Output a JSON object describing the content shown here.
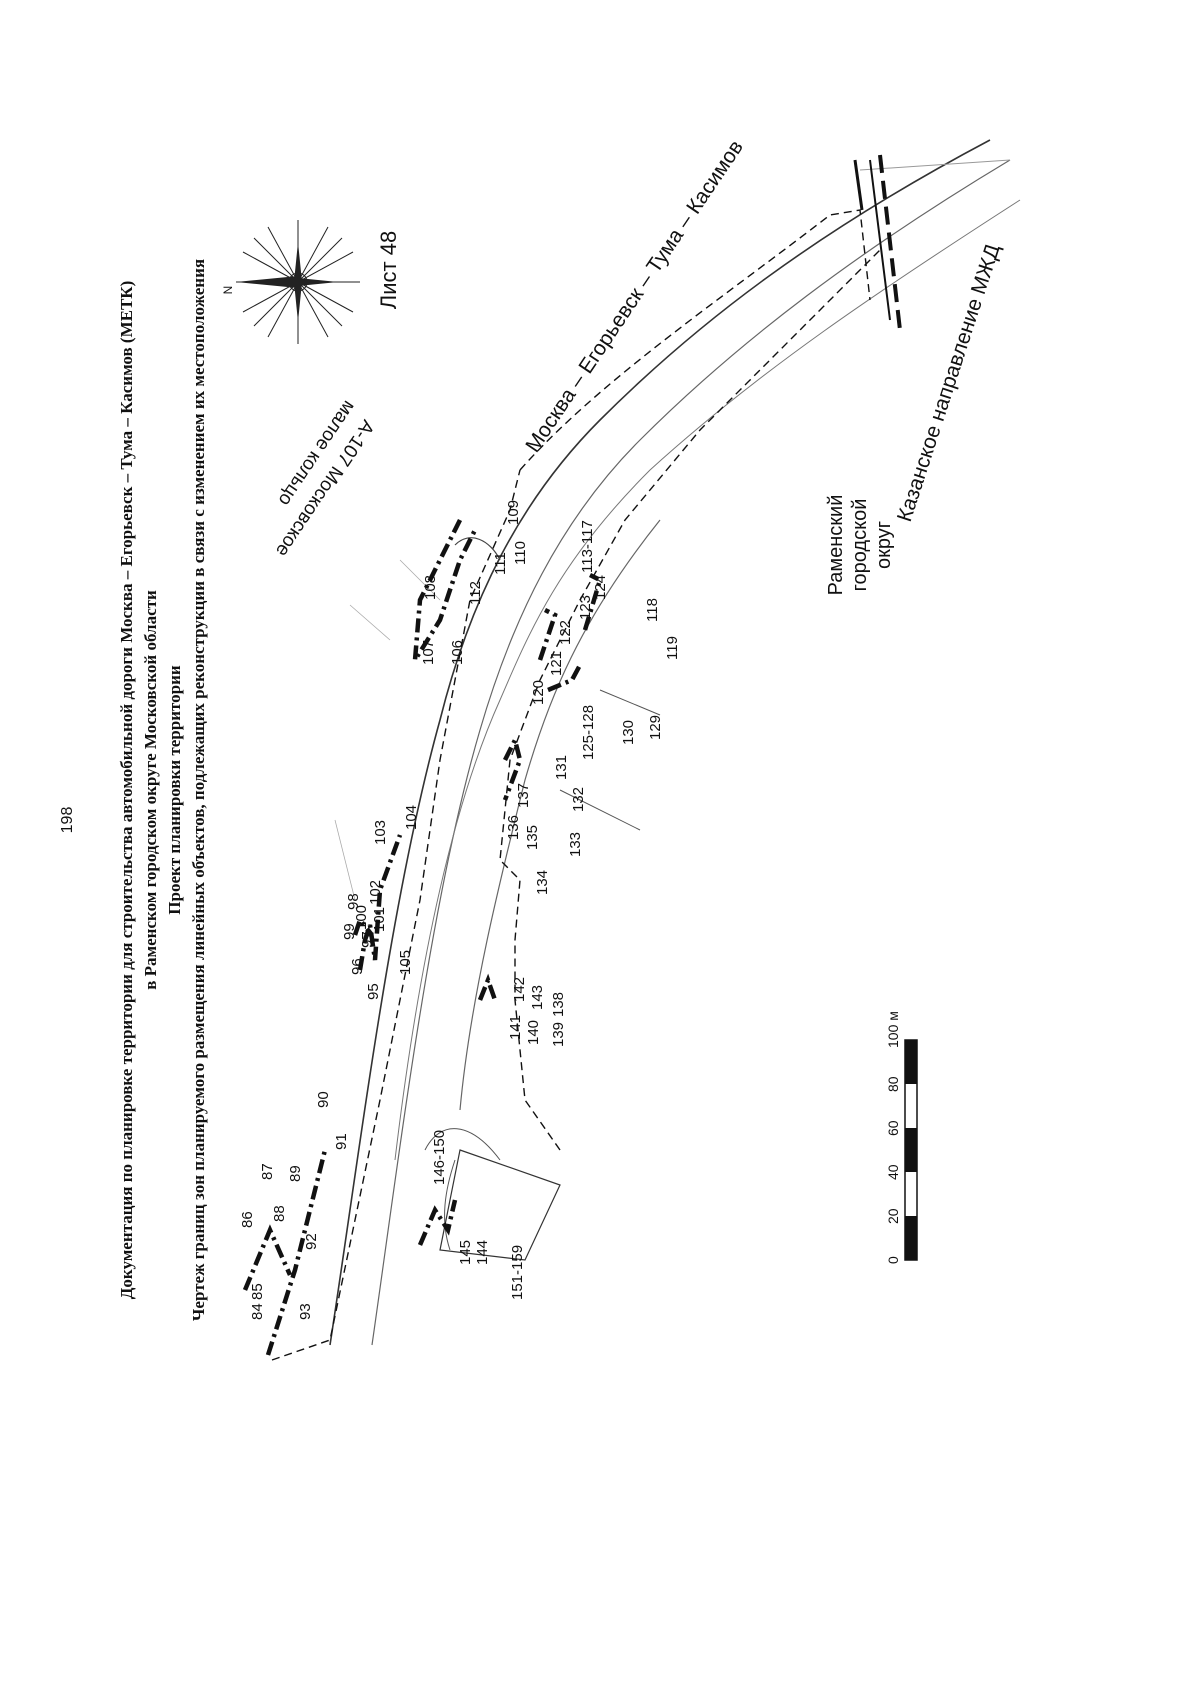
{
  "page_number": "198",
  "title": {
    "line1": "Документация по планировке территории для строительства автомобильной дороги Москва – Егорьевск – Тума – Касимов (МЕТК)",
    "line2": "в Раменском городском округе Московской области",
    "line3": "Проект планировки территории",
    "line4": "Чертеж границ зон планируемого размещения линейных объектов, подлежащих реконструкции в связи с изменением их местоположения"
  },
  "sheet_label": "Лист 48",
  "north_symbol": "N",
  "map": {
    "road_main": "Москва – Егорьевск – Тума – Касимов",
    "road_ring_line1": "А-107 Московское",
    "road_ring_line2": "малое кольцо",
    "railway": "Казанское направление МЖД",
    "district_line1": "Раменский",
    "district_line2": "городской",
    "district_line3": "округ"
  },
  "points": [
    "84",
    "85",
    "86",
    "87",
    "88",
    "89",
    "90",
    "91",
    "92",
    "93",
    "95",
    "96",
    "97",
    "98",
    "99",
    "100",
    "101",
    "102",
    "103",
    "104",
    "105",
    "106",
    "107",
    "108",
    "109",
    "110",
    "111",
    "112",
    "113-117",
    "118",
    "119",
    "120",
    "121",
    "122",
    "123",
    "124",
    "125-128",
    "129",
    "130",
    "131",
    "132",
    "133",
    "134",
    "135",
    "136",
    "137",
    "138",
    "139",
    "140",
    "141",
    "142",
    "143",
    "144",
    "145",
    "146-150",
    "151-159"
  ],
  "scale_bar": {
    "ticks": [
      "0",
      "20",
      "40",
      "60",
      "80",
      "100 м"
    ]
  },
  "colors": {
    "ink": "#111111",
    "zone_border": "#111111",
    "light_line": "#9a9a9a"
  }
}
